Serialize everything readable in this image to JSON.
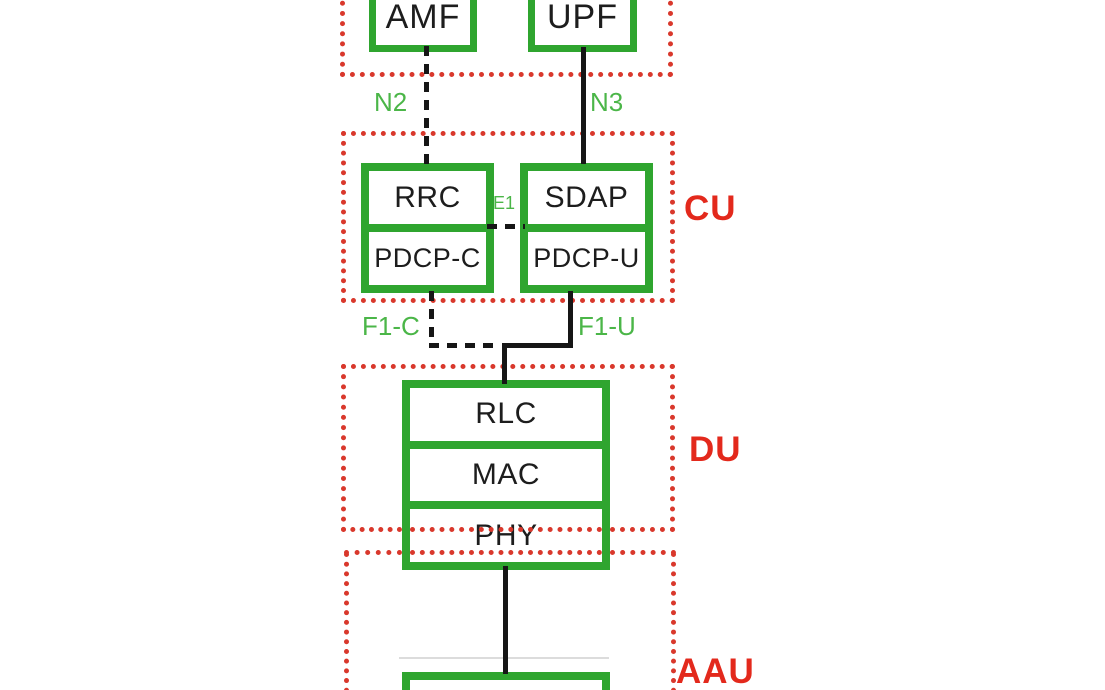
{
  "core": {
    "nodes": [
      "AMF",
      "UPF"
    ]
  },
  "cu": {
    "label": "CU",
    "left_stack": [
      "RRC",
      "PDCP-C"
    ],
    "right_stack": [
      "SDAP",
      "PDCP-U"
    ]
  },
  "du": {
    "label": "DU",
    "stack": [
      "RLC",
      "MAC",
      "PHY"
    ]
  },
  "aau": {
    "label": "AAU"
  },
  "interfaces": {
    "n2": "N2",
    "n3": "N3",
    "e1": "E1",
    "f1_c": "F1-C",
    "f1_u": "F1-U"
  },
  "colors": {
    "box_green": "#2fa52f",
    "interface_label_green": "#4bb648",
    "dotted_red": "#d9382c",
    "group_label_red": "#e3291c",
    "line_black": "#161616"
  }
}
